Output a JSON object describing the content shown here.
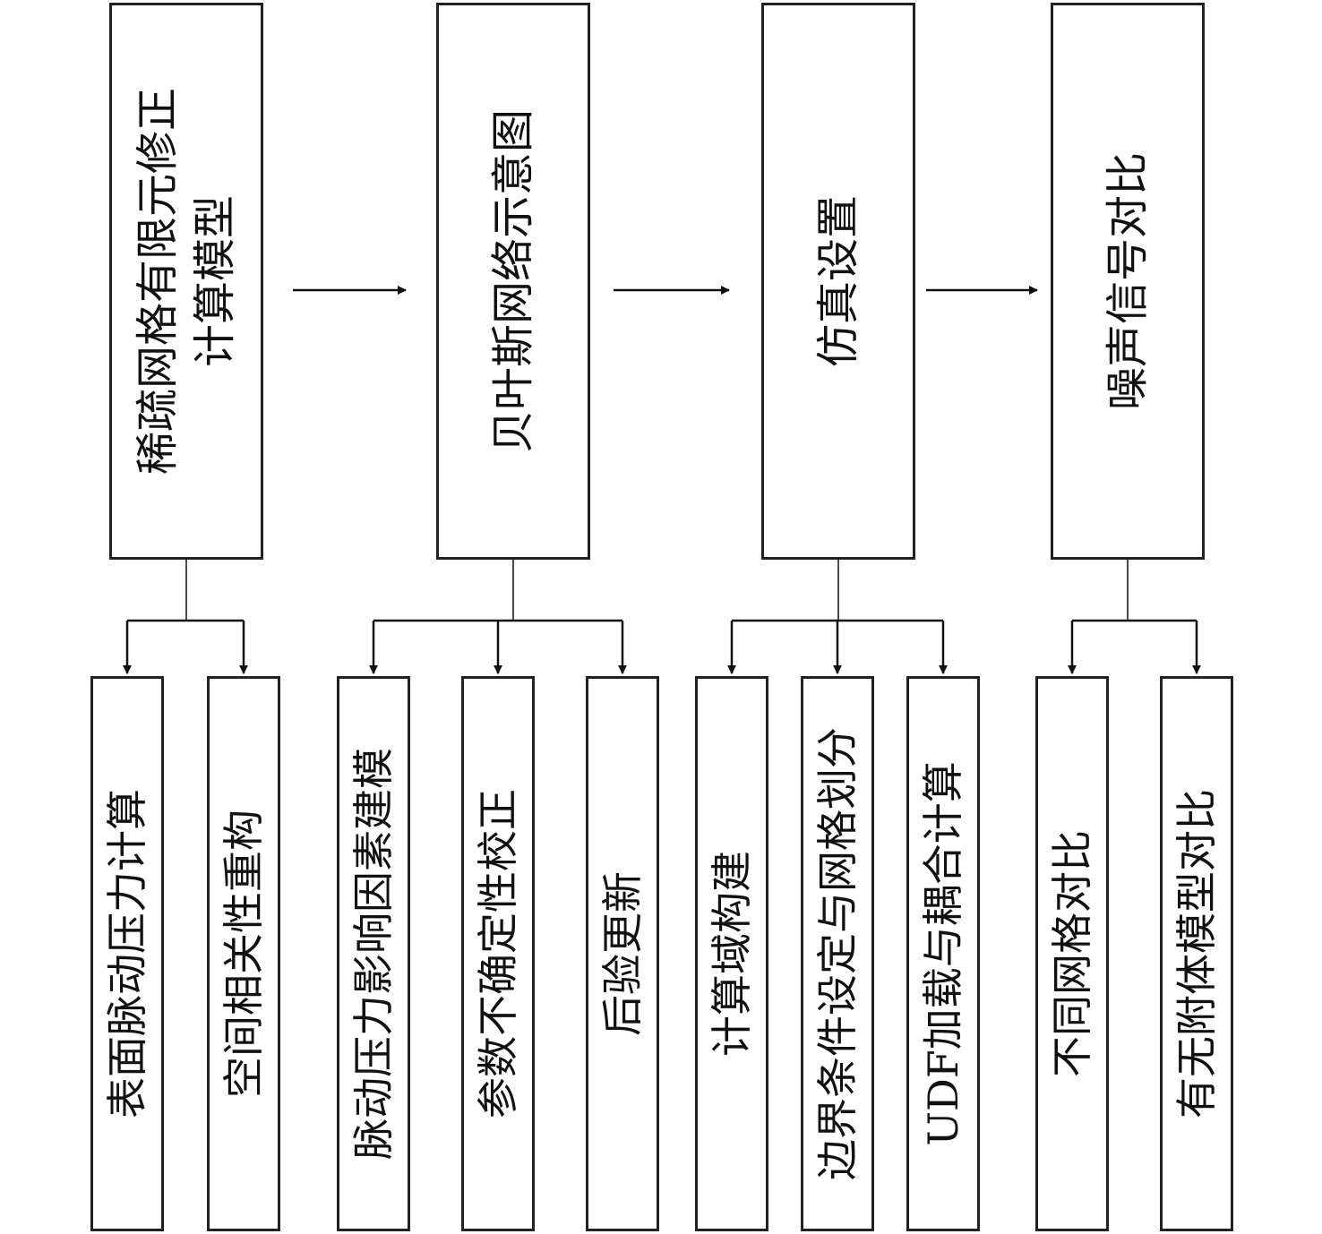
{
  "stages": [
    {
      "lines": [
        "稀疏网格有限元修正",
        "计算模型"
      ],
      "children": [
        "表面脉动压力计算",
        "空间相关性重构"
      ]
    },
    {
      "lines": [
        "贝叶斯网络示意图"
      ],
      "children": [
        "脉动压力影响因素建模",
        "参数不确定性校正",
        "后验更新"
      ]
    },
    {
      "lines": [
        "仿真设置"
      ],
      "children": [
        "计算域构建",
        "边界条件设定与网格划分",
        "UDF加载与耦合计算"
      ]
    },
    {
      "lines": [
        "噪声信号对比"
      ],
      "children": [
        "不同网格对比",
        "有无附体模型对比"
      ]
    }
  ]
}
